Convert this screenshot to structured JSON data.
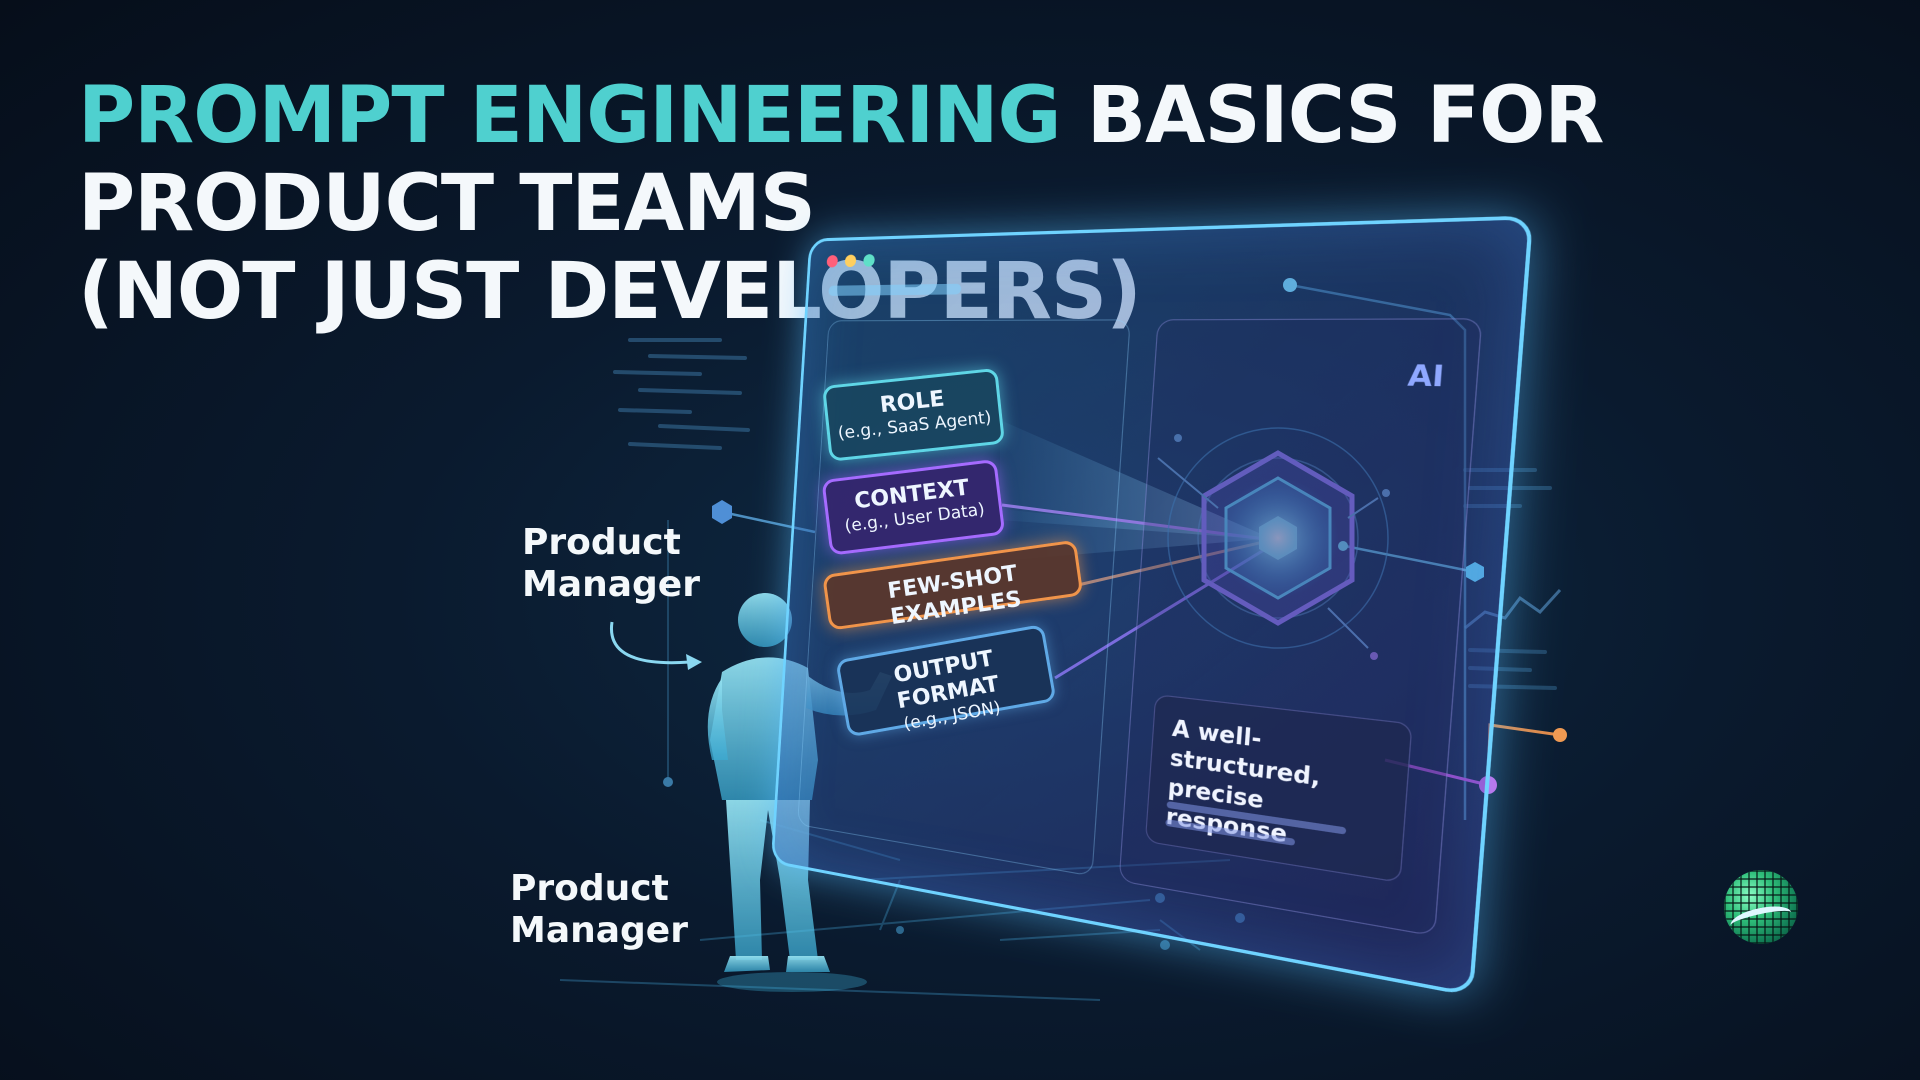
{
  "title": {
    "accent": "PROMPT ENGINEERING",
    "line1_rest": "BASICS FOR PRODUCT TEAMS",
    "line2": "(NOT JUST DEVELOPERS)"
  },
  "screen": {
    "ai_label": "AI",
    "response_text": "A well-structured, precise response"
  },
  "prompt_parts": {
    "role": {
      "label": "ROLE",
      "example": "(e.g., SaaS Agent)"
    },
    "context": {
      "label": "CONTEXT",
      "example": "(e.g., User Data)"
    },
    "few_shot": {
      "label": "FEW-SHOT EXAMPLES"
    },
    "output_format": {
      "label": "OUTPUT FORMAT",
      "example": "(e.g., JSON)"
    }
  },
  "labels": {
    "pm_top_line1": "Product",
    "pm_top_line2": "Manager",
    "pm_bottom_line1": "Product",
    "pm_bottom_line2": "Manager"
  },
  "colors": {
    "title_accent": "#4fd0cf",
    "title_text": "#f4f8fb",
    "role": "#5fd6e6",
    "context": "#a56bff",
    "few_shot": "#f0944a",
    "output_format": "#5fa9e6",
    "screen_glow": "#6fd3ff",
    "ai_core": "#66e0ff"
  },
  "icons": {
    "person": "product-manager-figure",
    "ai_core": "hexagon-ai-icon",
    "logo": "globe-logo-icon",
    "arrow": "curved-arrow-icon"
  }
}
